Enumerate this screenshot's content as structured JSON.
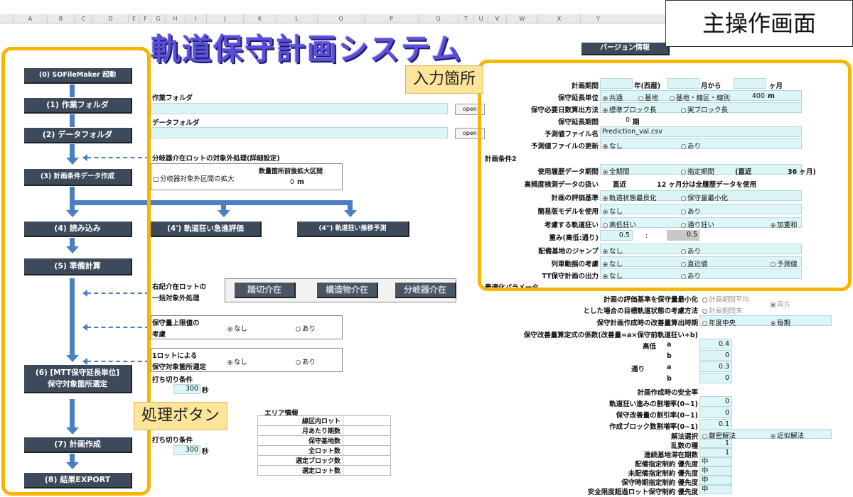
{
  "app": {
    "title": "軌道保守計画システム",
    "version_button": "バージョン情報",
    "screen_label": "主操作画面"
  },
  "callouts": {
    "input_area": "入力箇所",
    "process_buttons": "処理ボタン"
  },
  "columns": [
    "A",
    "B",
    "C",
    "D",
    "E",
    "F",
    "G",
    "H",
    "I",
    "J",
    "K",
    "L",
    "O",
    "P",
    "Q",
    "T",
    "U",
    "V",
    "W",
    "X",
    "Y"
  ],
  "process_buttons": {
    "b0": "(0) SOFileMaker 起動",
    "b1": "(1) 作業フォルダ",
    "b2": "(2) データフォルダ",
    "b3": "(3) 計画条件データ作成",
    "b4": "(4) 読み込み",
    "b4a": "(4') 軌道狂い急進評価",
    "b4b": "(4'') 軌道狂い推移予測",
    "b5": "(5) 準備計算",
    "b6": "(6) [MTT保守延長単位]\n保守対象箇所選定",
    "b7": "(7) 計画作成",
    "b8": "(8) 結果EXPORT"
  },
  "left_panel": {
    "work_folder_label": "作業フォルダ",
    "data_folder_label": "データフォルダ",
    "open_label": "open",
    "branch_title": "分岐器介在ロットの対象外処理(詳細設定)",
    "branch_check": "分岐器対象外区間の拡大",
    "branch_range_label": "数量箇所前後拡大区間",
    "branch_range_value": "0",
    "branch_range_unit": "m",
    "batch_label_1": "右記介在ロットの",
    "batch_label_2": "一括対象外処理",
    "batch_btn_1": "踏切介在",
    "batch_btn_2": "構造物介在",
    "batch_btn_3": "分岐器介在",
    "upper_label_1": "保守量上限値の",
    "upper_label_2": "考慮",
    "opt_none": "なし",
    "opt_yes": "あり",
    "lot_label_1": "1ロットによる",
    "lot_label_2": "保守対象箇所選定",
    "cutoff_label": "打ち切り条件",
    "cutoff_value_1": "300",
    "cutoff_unit": "秒",
    "cutoff_value_2": "300",
    "area_title": "エリア情報",
    "area_rows": [
      "線区内ロット",
      "月あたり期数",
      "保守基地数",
      "全ロット数",
      "選定ブロック数",
      "選定ロット数"
    ]
  },
  "plan": {
    "period_label": "計画期間",
    "year_label": "年(西暦)",
    "month_from": "月から",
    "months_label": "ヶ月",
    "unit_label": "保守延長単位",
    "unit_opts": [
      "共通",
      "基地",
      "基地・線区・線別"
    ],
    "unit_value": "400",
    "unit_m": "m",
    "days_label": "保守必要日数算出方法",
    "days_opts": [
      "標準ブロック長",
      "実ブロック長"
    ],
    "extend_label": "保守延長期間",
    "extend_value": "0",
    "extend_unit": "期",
    "pred_file_label": "予測値ファイル名",
    "pred_file_value": "Prediction_val.csv",
    "pred_update_label": "予測値ファイルの更新",
    "cond2_title": "計画条件2",
    "history_label": "使用履歴データ期間",
    "history_opts": [
      "全期間",
      "指定期間"
    ],
    "history_recent": "(直近",
    "history_months": "36 ヶ月)",
    "hf_label": "高頻度検測データの扱い",
    "hf_recent": "直近",
    "hf_text": "12 ヶ月分は全履歴データを使用",
    "eval_label": "計画の評価基準",
    "eval_opts": [
      "軌道状態最良化",
      "保守量最小化"
    ],
    "simple_label": "簡易版モデルを使用",
    "consider_label": "考慮する軌道狂い",
    "consider_opts": [
      "高低狂い",
      "通り狂い",
      "加重和"
    ],
    "weight_label": "重み(高低:通り)",
    "weight_a": "0.5",
    "weight_colon": ":",
    "weight_b": "0.5",
    "jump_label": "配備基地のジャンプ",
    "train_label": "列車動揺の考慮",
    "train_opts": [
      "なし",
      "直近値",
      "予測値"
    ],
    "tt_label": "TT保守計画の出力",
    "opt_title": "最適化パラメータ",
    "opt_row1": "計画の評価基準を保守量最小化",
    "opt_row1b": "計画期間平均",
    "opt_row1c": "両方",
    "opt_row2": "とした場合の目標軌道状態の考慮方法",
    "opt_row2b": "計画期間末",
    "opt_row3": "保守計画作成時の改善量算出時期",
    "opt_row3a": "年度中央",
    "opt_row3b": "毎期",
    "coef_title": "保守改善量算定式の係数(改善量=a×保守前軌道狂い+b)",
    "coef_high": "高低",
    "coef_line": "通り",
    "coef_a": "a",
    "coef_b": "b",
    "coef_vals": [
      "0.4",
      "0",
      "0.3",
      "0"
    ],
    "safety_title": "計画作成時の安全率",
    "safety_rows": [
      "軌道狂い進みの割増率(0~1)",
      "保守改善量の割引率(0~1)",
      "作成ブロック数割増率(0~1)"
    ],
    "safety_vals": [
      "0",
      "0",
      "0.1"
    ],
    "sol_label": "解法選択",
    "sol_opts": [
      "厳密解法",
      "近似解法"
    ],
    "seed_label": "乱数の種",
    "seed_val": "1",
    "consec_label": "連続基地滞在期数",
    "consec_val": "1",
    "pri_rows": [
      "配備指定制約 優先度",
      "未配備指定制約 優先度",
      "保守時期指定制約 優先度",
      "安全限度超過ロット保守制約 優先度"
    ],
    "pri_val": "中"
  }
}
